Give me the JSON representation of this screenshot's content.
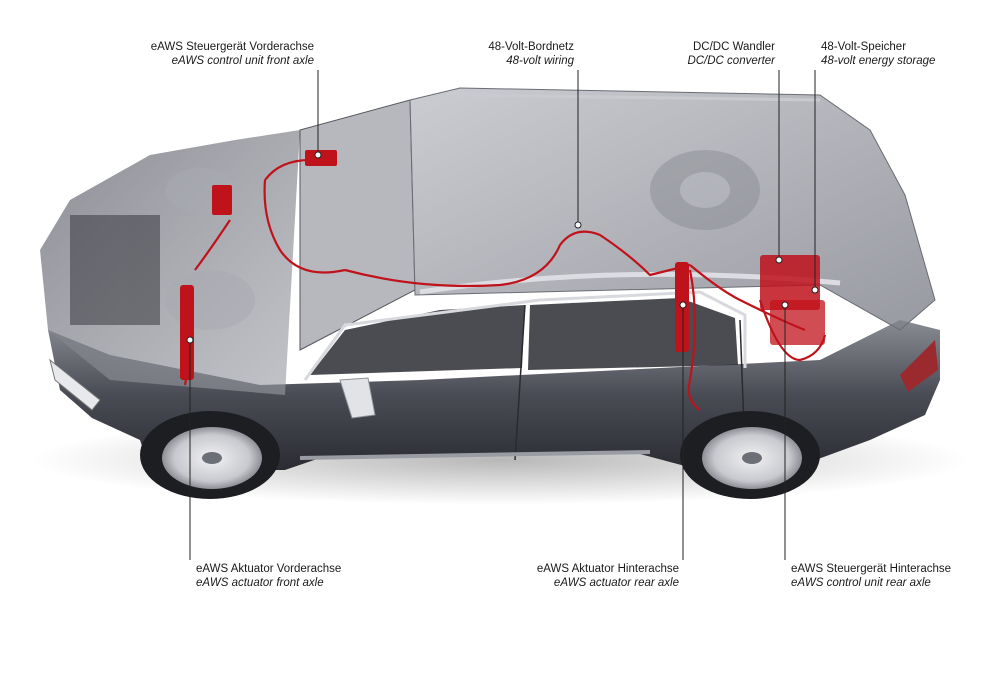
{
  "labels": {
    "front_control": {
      "de": "eAWS Steuergerät Vorderachse",
      "en": "eAWS control unit front axle"
    },
    "wiring": {
      "de": "48-Volt-Bordnetz",
      "en": "48-volt wiring"
    },
    "dcdc": {
      "de": "DC/DC Wandler",
      "en": "DC/DC converter"
    },
    "storage": {
      "de": "48-Volt-Speicher",
      "en": "48-volt energy storage"
    },
    "front_actuator": {
      "de": "eAWS Aktuator Vorderachse",
      "en": "eAWS actuator front axle"
    },
    "rear_actuator": {
      "de": "eAWS Aktuator Hinterachse",
      "en": "eAWS actuator rear axle"
    },
    "rear_control": {
      "de": "eAWS Steuergerät Hinterachse",
      "en": "eAWS control unit rear axle"
    }
  },
  "colors": {
    "body": "#4a4c55",
    "system": "#c0121b",
    "leader": "#222222"
  }
}
